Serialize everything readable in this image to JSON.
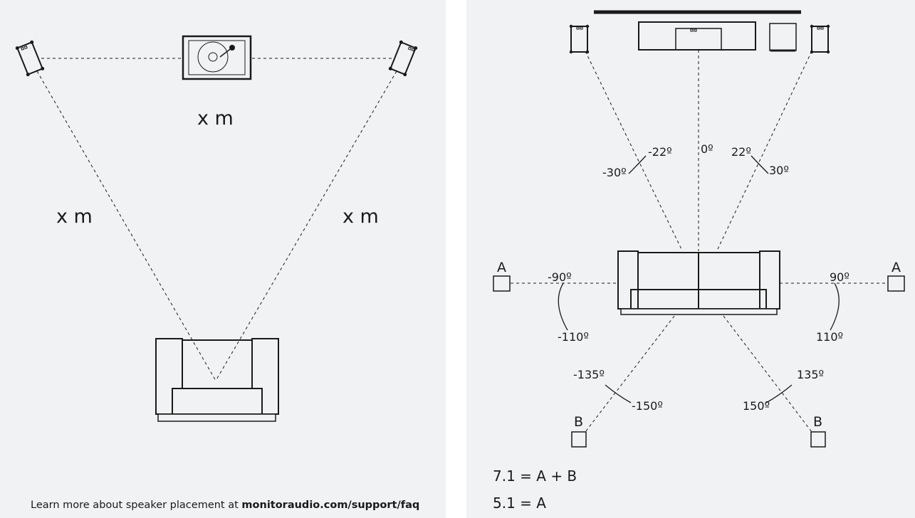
{
  "stereo": {
    "distance_top": "x m",
    "distance_left": "x m",
    "distance_right": "x m"
  },
  "surround": {
    "angles": {
      "center": "0º",
      "front_left_inner": "-22º",
      "front_left_outer": "-30º",
      "front_right_inner": "22º",
      "front_right_outer": "30º",
      "side_left_inner": "-90º",
      "side_left_outer": "-110º",
      "side_right_inner": "90º",
      "side_right_outer": "110º",
      "rear_left_inner": "-135º",
      "rear_left_outer": "-150º",
      "rear_right_inner": "135º",
      "rear_right_outer": "150º"
    },
    "speaker_labels": {
      "side_left": "A",
      "side_right": "A",
      "rear_left": "B",
      "rear_right": "B"
    },
    "legend": {
      "line1": "7.1 = A + B",
      "line2": "5.1 = A"
    }
  },
  "footer": {
    "text": "Learn more about speaker placement at ",
    "link": "monitoraudio.com/support/faq"
  }
}
